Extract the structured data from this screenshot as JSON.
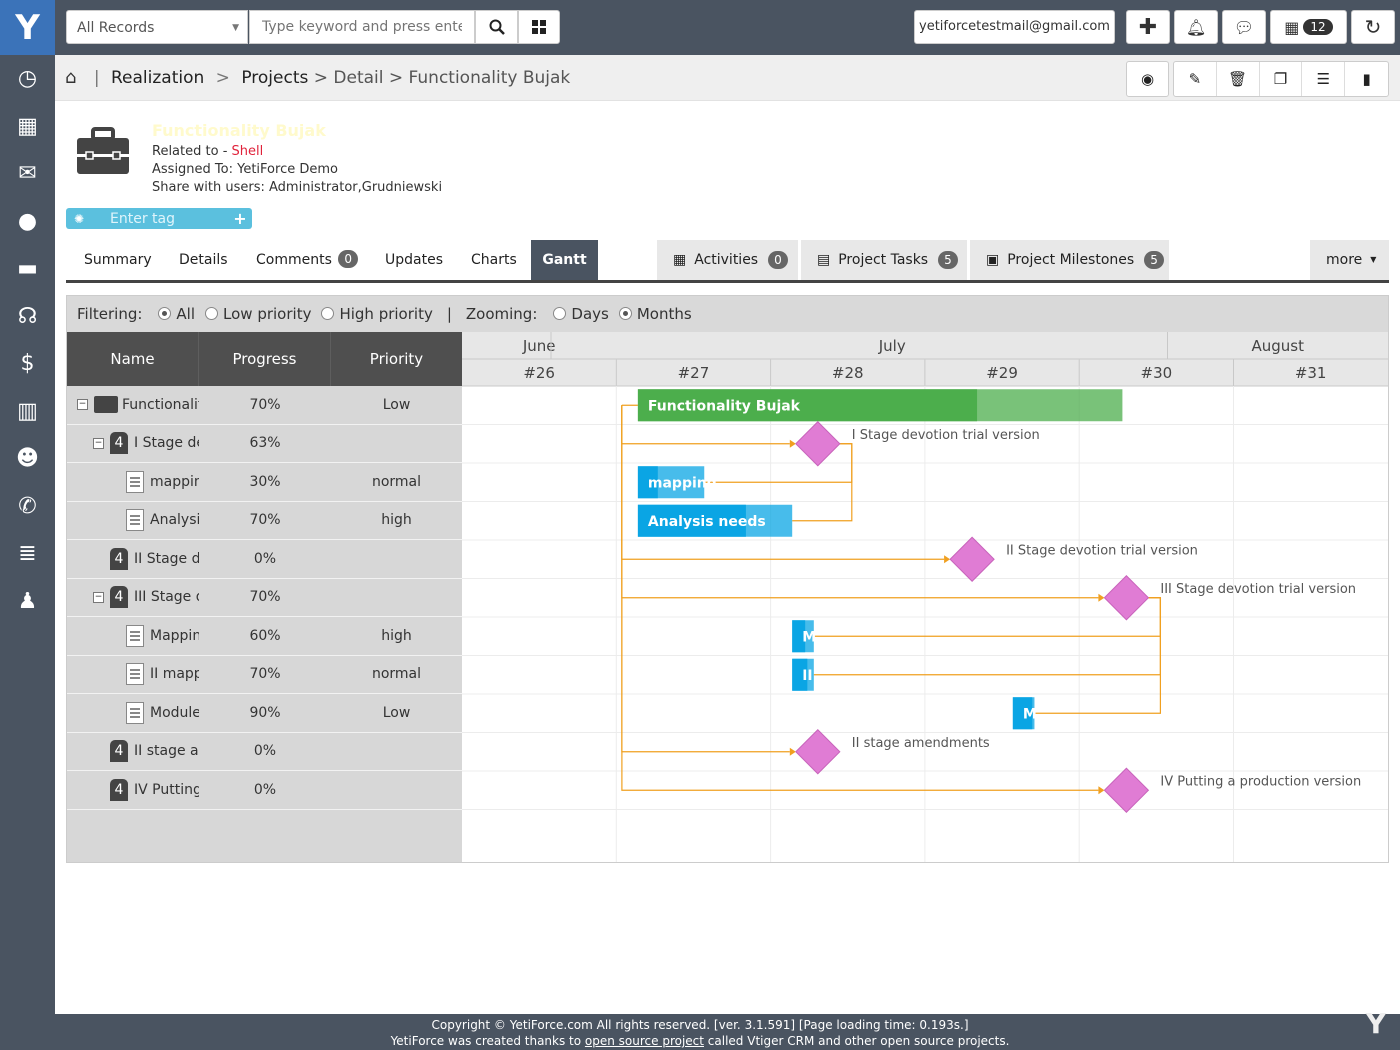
{
  "topbar": {
    "records_select": "All Records",
    "search_placeholder": "Type keyword and press enter",
    "email": "yetiforcetestmail@gmail.com",
    "calendar_count": "12"
  },
  "breadcrumb": {
    "module": "Realization",
    "sub": "Projects",
    "trail": "> Detail > Functionality Bujak"
  },
  "record": {
    "title": "Functionality Bujak",
    "related_label": "Related to - ",
    "related_value": "Shell",
    "assigned": "Assigned To: YetiForce Demo",
    "share": "Share with users: Administrator,Grudniewski",
    "tag_placeholder": "Enter tag"
  },
  "tabs": {
    "summary": "Summary",
    "details": "Details",
    "comments": "Comments",
    "comments_count": "0",
    "updates": "Updates",
    "charts": "Charts",
    "gantt": "Gantt",
    "activities": "Activities",
    "activities_count": "0",
    "project_tasks": "Project Tasks",
    "project_tasks_count": "5",
    "project_milestones": "Project Milestones",
    "project_milestones_count": "5",
    "more": "more"
  },
  "gantt": {
    "filtering_label": "Filtering:",
    "filter_all": "All",
    "filter_low": "Low priority",
    "filter_high": "High priority",
    "zooming_label": "Zooming:",
    "zoom_days": "Days",
    "zoom_months": "Months",
    "col_name": "Name",
    "col_progress": "Progress",
    "col_priority": "Priority",
    "months": [
      {
        "label": "June",
        "start": 0,
        "end": 1
      },
      {
        "label": "July",
        "start": 1,
        "end": 5
      },
      {
        "label": "August",
        "start": 5,
        "end": 6
      }
    ],
    "weeks": [
      "#26",
      "#27",
      "#28",
      "#29",
      "#30",
      "#31"
    ],
    "rows": [
      {
        "name": "Functionality Bujak",
        "kind": "project",
        "level": 0,
        "toggle": true,
        "progress": "70%",
        "priority": "Low",
        "bar": {
          "start": 1.14,
          "end": 4.28,
          "progress": 0.7,
          "label": "Functionality Bujak",
          "color": "#4cae4c"
        }
      },
      {
        "name": "I Stage devotion trial version",
        "kind": "milestone",
        "level": 1,
        "toggle": true,
        "progress": "63%",
        "priority": "",
        "milestone": {
          "at": 2.28,
          "label": "I Stage devotion trial version"
        }
      },
      {
        "name": "mapping",
        "kind": "task",
        "level": 2,
        "toggle": false,
        "progress": "30%",
        "priority": "normal",
        "bar": {
          "start": 1.14,
          "end": 1.57,
          "progress": 0.3,
          "label": "mapping",
          "color": "#0aa5e4"
        }
      },
      {
        "name": "Analysis needs",
        "kind": "task",
        "level": 2,
        "toggle": false,
        "progress": "70%",
        "priority": "high",
        "bar": {
          "start": 1.14,
          "end": 2.14,
          "progress": 0.7,
          "label": "Analysis needs",
          "color": "#0aa5e4"
        }
      },
      {
        "name": "II Stage devotion trial version",
        "kind": "milestone",
        "level": 1,
        "toggle": false,
        "progress": "0%",
        "priority": "",
        "milestone": {
          "at": 3.28,
          "label": "II Stage devotion trial version"
        }
      },
      {
        "name": "III Stage devotion trial version",
        "kind": "milestone",
        "level": 1,
        "toggle": true,
        "progress": "70%",
        "priority": "",
        "milestone": {
          "at": 4.28,
          "label": "III Stage devotion trial version"
        }
      },
      {
        "name": "Mapping",
        "kind": "task",
        "level": 2,
        "toggle": false,
        "progress": "60%",
        "priority": "high",
        "bar": {
          "start": 2.14,
          "end": 2.28,
          "progress": 0.6,
          "label": "M",
          "color": "#0aa5e4"
        }
      },
      {
        "name": "II mapping",
        "kind": "task",
        "level": 2,
        "toggle": false,
        "progress": "70%",
        "priority": "normal",
        "bar": {
          "start": 2.14,
          "end": 2.28,
          "progress": 0.7,
          "label": "II",
          "color": "#0aa5e4"
        }
      },
      {
        "name": "Module",
        "kind": "task",
        "level": 2,
        "toggle": false,
        "progress": "90%",
        "priority": "Low",
        "bar": {
          "start": 3.57,
          "end": 3.71,
          "progress": 0.9,
          "label": "M",
          "color": "#0aa5e4"
        }
      },
      {
        "name": "II stage amendments",
        "kind": "milestone",
        "level": 1,
        "toggle": false,
        "progress": "0%",
        "priority": "",
        "milestone": {
          "at": 2.28,
          "label": "II stage amendments"
        }
      },
      {
        "name": "IV Putting a production version",
        "kind": "milestone",
        "level": 1,
        "toggle": false,
        "progress": "0%",
        "priority": "",
        "milestone": {
          "at": 4.28,
          "label": "IV Putting a production version"
        }
      }
    ]
  },
  "footer": {
    "line1": "Copyright © YetiForce.com All rights reserved. [ver. 3.1.591] [Page loading time: 0.193s.]",
    "line2_pre": "YetiForce was created thanks to ",
    "line2_link": "open source project",
    "line2_post": " called Vtiger CRM and other open source projects."
  },
  "colors": {
    "sidebar": "#4a5461",
    "milestone": "#e07cd4",
    "connector": "#f0a020",
    "project_bar": "#4cae4c",
    "task_bar": "#0aa5e4"
  }
}
